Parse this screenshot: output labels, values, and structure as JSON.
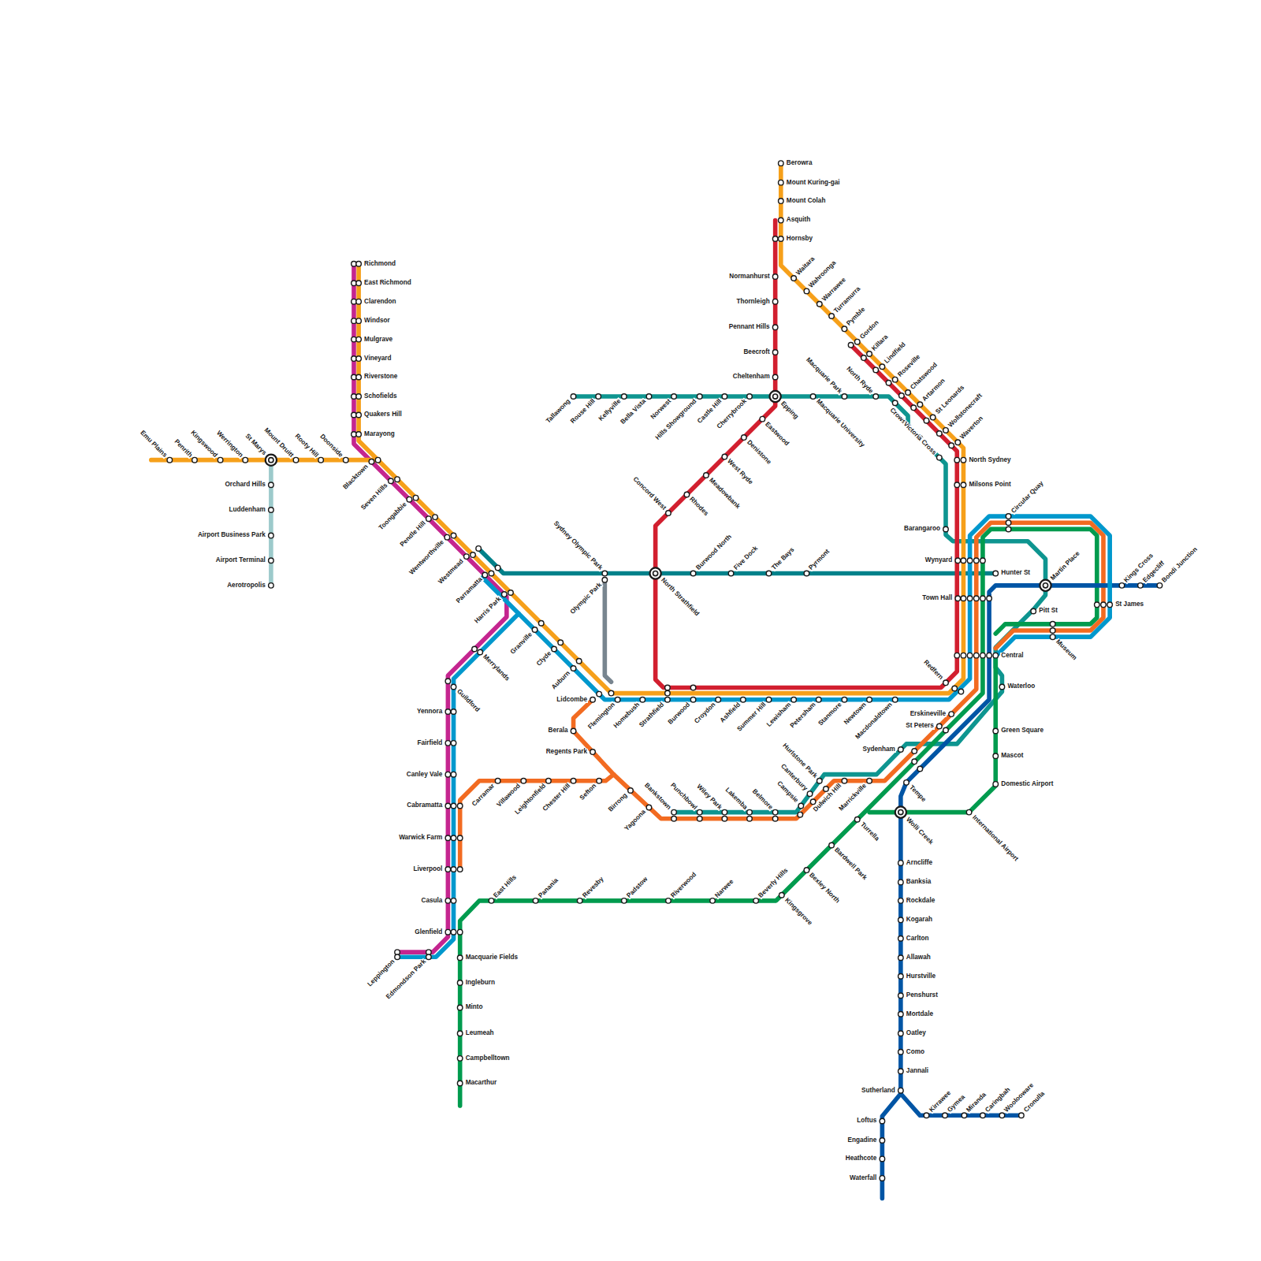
{
  "diagram": {
    "labels": [
      "Emu Plains",
      "Penrith",
      "Kingswood",
      "Werrington",
      "St Marys",
      "Mount Druitt",
      "Rooty Hill",
      "Doonside",
      "Orchard Hills",
      "Luddenham",
      "Airport Business Park",
      "Airport Terminal",
      "Aerotropolis",
      "Richmond",
      "East Richmond",
      "Clarendon",
      "Windsor",
      "Mulgrave",
      "Vineyard",
      "Riverstone",
      "Schofields",
      "Quakers Hill",
      "Marayong",
      "Blacktown",
      "Seven Hills",
      "Toongabbie",
      "Pendle Hill",
      "Wentworthville",
      "Westmead",
      "Parramatta",
      "Harris Park",
      "Merrylands",
      "Guildford",
      "Yennora",
      "Fairfield",
      "Canley Vale",
      "Cabramatta",
      "Warwick Farm",
      "Liverpool",
      "Casula",
      "Glenfield",
      "Edmondson Park",
      "Leppington",
      "Macquarie Fields",
      "Ingleburn",
      "Minto",
      "Leumeah",
      "Campbelltown",
      "Macarthur",
      "Granville",
      "Clyde",
      "Auburn",
      "Lidcombe",
      "Flemington",
      "Homebush",
      "Strathfield",
      "Burwood",
      "Croydon",
      "Ashfield",
      "Summer Hill",
      "Lewisham",
      "Petersham",
      "Stanmore",
      "Newtown",
      "Macdonaldtown",
      "Redfern",
      "Erskineville",
      "St Peters",
      "Berala",
      "Regents Park",
      "Sefton",
      "Chester Hill",
      "Leightonfield",
      "Villawood",
      "Carramar",
      "Birrong",
      "Yagoona",
      "Bankstown",
      "Punchbowl",
      "Wiley Park",
      "Lakemba",
      "Belmore",
      "Campsie",
      "Canterbury",
      "Hurlstone Park",
      "Dulwich Hill",
      "Marrickville",
      "Sydenham",
      "Tempe",
      "Wolli Creek",
      "International Airport",
      "Domestic Airport",
      "Mascot",
      "Green Square",
      "Waterloo",
      "Central",
      "Museum",
      "Pitt St",
      "St James",
      "Town Hall",
      "Wynyard",
      "Hunter St",
      "Martin Place",
      "Kings Cross",
      "Edgecliff",
      "Bondi Junction",
      "Circular Quay",
      "Barangaroo",
      "Milsons Point",
      "North Sydney",
      "Waverton",
      "Wollstonecraft",
      "St Leonards",
      "Artarmon",
      "Chatswood",
      "Roseville",
      "Lindfield",
      "Killara",
      "Gordon",
      "Pymble",
      "Turramurra",
      "Warrawee",
      "Wahroonga",
      "Waitara",
      "Berowra",
      "Mount Kuring-gai",
      "Mount Colah",
      "Asquith",
      "Hornsby",
      "Normanhurst",
      "Thornleigh",
      "Pennant Hills",
      "Beecroft",
      "Cheltenham",
      "Epping",
      "Eastwood",
      "Denistone",
      "West Ryde",
      "Meadowbank",
      "Rhodes",
      "Concord West",
      "North Strathfield",
      "Tallawong",
      "Rouse Hill",
      "Kellyville",
      "Bella Vista",
      "Norwest",
      "Hills Showground",
      "Castle Hill",
      "Cherrybrook",
      "Macquarie University",
      "Macquarie Park",
      "North Ryde",
      "Crows Nest",
      "Victoria Cross",
      "Sydney Olympic Park",
      "Olympic Park",
      "Burwood North",
      "Five Dock",
      "The Bays",
      "Pyrmont",
      "East Hills",
      "Panania",
      "Revesby",
      "Padstow",
      "Riverwood",
      "Narwee",
      "Beverly Hills",
      "Kingsgrove",
      "Bexley North",
      "Bardwell Park",
      "Turrella",
      "Arncliffe",
      "Banksia",
      "Rockdale",
      "Kogarah",
      "Carlton",
      "Allawah",
      "Hurstville",
      "Penshurst",
      "Mortdale",
      "Oatley",
      "Como",
      "Jannali",
      "Sutherland",
      "Loftus",
      "Engadine",
      "Heathcote",
      "Waterfall",
      "Kirrawee",
      "Gymea",
      "Miranda",
      "Caringbah",
      "Woolooware",
      "Cronulla"
    ]
  }
}
